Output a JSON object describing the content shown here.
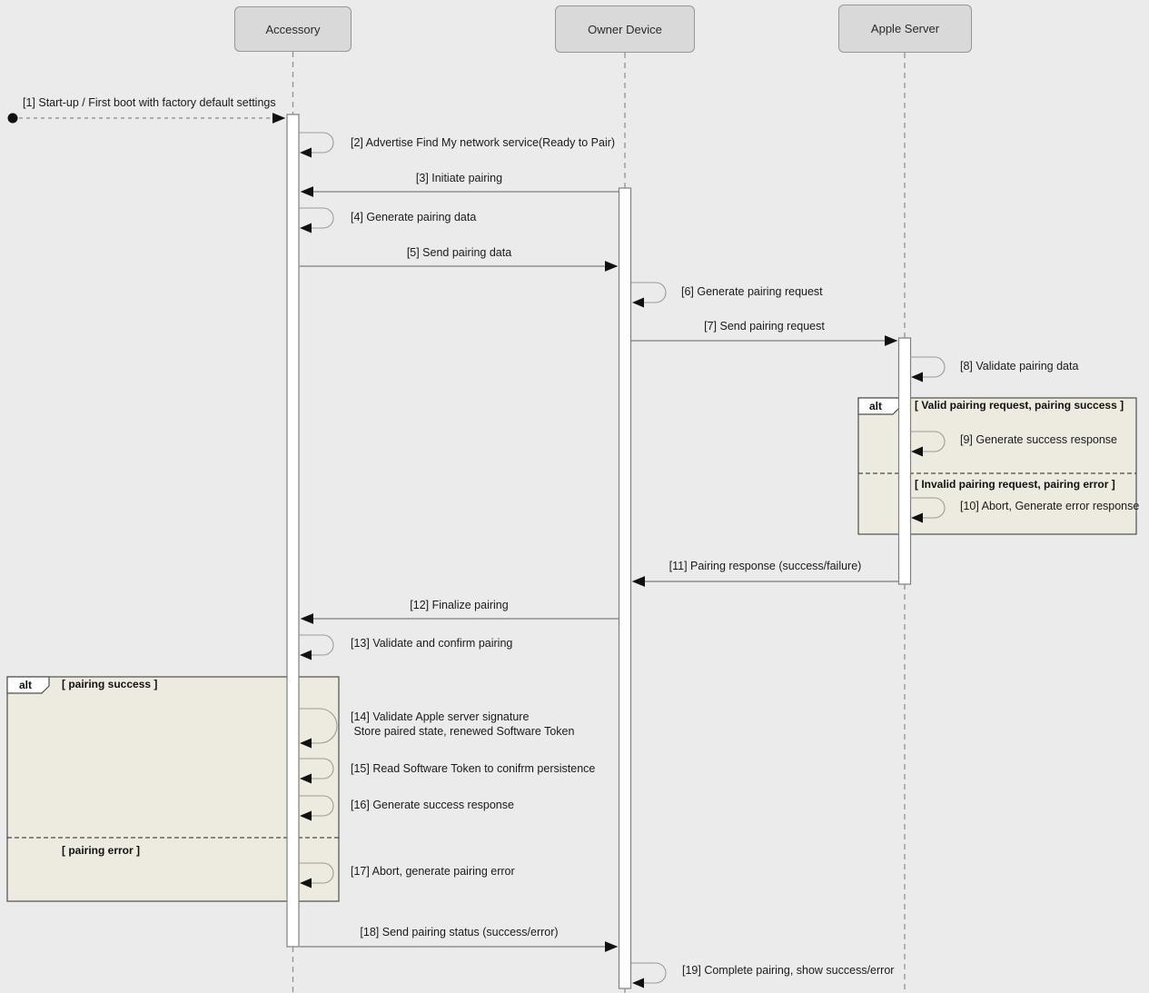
{
  "diagram": {
    "type": "sequence",
    "actors": [
      {
        "id": "accessory",
        "label": "Accessory"
      },
      {
        "id": "owner-device",
        "label": "Owner Device"
      },
      {
        "id": "apple-server",
        "label": "Apple Server"
      }
    ],
    "messages": [
      {
        "id": 1,
        "label": "[1] Start-up / First boot with factory default settings",
        "from": "start",
        "to": "accessory",
        "kind": "found"
      },
      {
        "id": 2,
        "label": "[2] Advertise Find My network service(Ready to Pair)",
        "actor": "accessory",
        "kind": "self"
      },
      {
        "id": 3,
        "label": "[3] Initiate pairing",
        "from": "owner-device",
        "to": "accessory",
        "kind": "arrow"
      },
      {
        "id": 4,
        "label": "[4] Generate pairing data",
        "actor": "accessory",
        "kind": "self"
      },
      {
        "id": 5,
        "label": "[5] Send pairing data",
        "from": "accessory",
        "to": "owner-device",
        "kind": "arrow"
      },
      {
        "id": 6,
        "label": "[6] Generate pairing request",
        "actor": "owner-device",
        "kind": "self"
      },
      {
        "id": 7,
        "label": "[7] Send pairing request",
        "from": "owner-device",
        "to": "apple-server",
        "kind": "arrow"
      },
      {
        "id": 8,
        "label": "[8] Validate pairing data",
        "actor": "apple-server",
        "kind": "self"
      },
      {
        "id": 9,
        "label": "[9] Generate success response",
        "actor": "apple-server",
        "kind": "self"
      },
      {
        "id": 10,
        "label": "[10] Abort, Generate error response",
        "actor": "apple-server",
        "kind": "self"
      },
      {
        "id": 11,
        "label": "[11] Pairing response (success/failure)",
        "from": "apple-server",
        "to": "owner-device",
        "kind": "arrow"
      },
      {
        "id": 12,
        "label": "[12] Finalize pairing",
        "from": "owner-device",
        "to": "accessory",
        "kind": "arrow"
      },
      {
        "id": 13,
        "label": "[13] Validate and confirm pairing",
        "actor": "accessory",
        "kind": "self"
      },
      {
        "id": 14,
        "label": "[14] Validate Apple server signature\n Store paired state, renewed Software Token",
        "actor": "accessory",
        "kind": "self"
      },
      {
        "id": 15,
        "label": "[15] Read Software Token to conifrm persistence",
        "actor": "accessory",
        "kind": "self"
      },
      {
        "id": 16,
        "label": "[16] Generate success response",
        "actor": "accessory",
        "kind": "self"
      },
      {
        "id": 17,
        "label": "[17] Abort, generate pairing error",
        "actor": "accessory",
        "kind": "self"
      },
      {
        "id": 18,
        "label": "[18] Send pairing status (success/error)",
        "from": "accessory",
        "to": "owner-device",
        "kind": "arrow"
      },
      {
        "id": 19,
        "label": "[19] Complete pairing, show success/error",
        "actor": "owner-device",
        "kind": "self"
      }
    ],
    "fragments": [
      {
        "operator": "alt",
        "location": "apple-server",
        "guards": [
          "[ Valid pairing request, pairing success ]",
          "[ Invalid pairing request, pairing error ]"
        ]
      },
      {
        "operator": "alt",
        "location": "accessory",
        "guards": [
          "[ pairing success ]",
          "[ pairing error ]"
        ]
      }
    ],
    "colors": {
      "background": "#ebebeb",
      "actor_fill": "#d9d9d9",
      "fragment_fill": "#edebe0",
      "activation_fill": "#ffffff",
      "line": "#7d7d7d",
      "arrowhead": "#111111"
    }
  }
}
